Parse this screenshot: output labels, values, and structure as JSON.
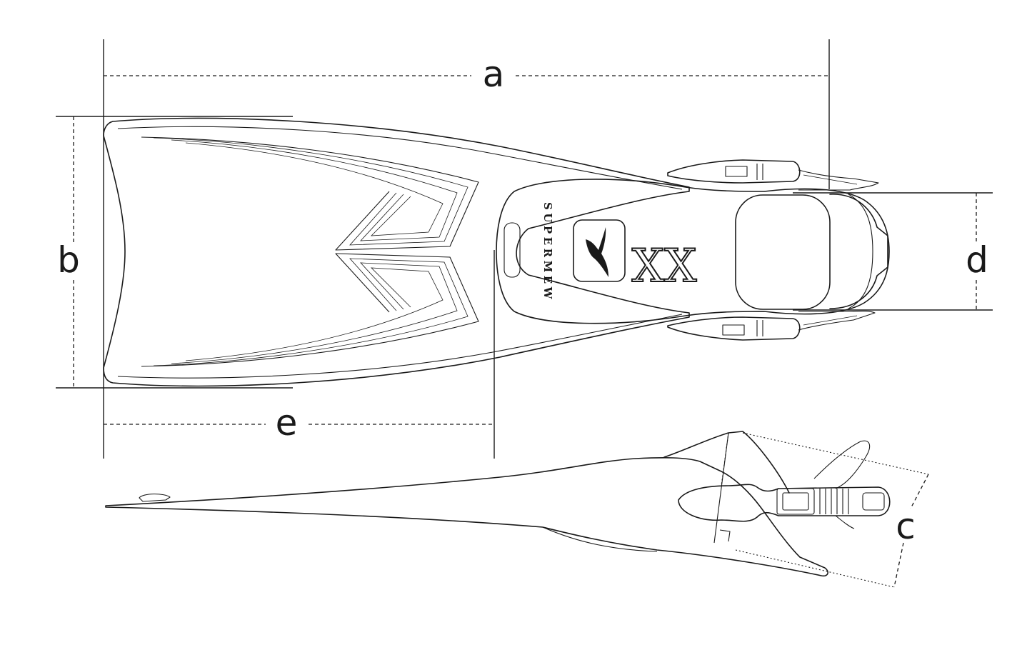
{
  "diagram": {
    "dimension_labels": {
      "a": "a",
      "b": "b",
      "c": "c",
      "d": "d",
      "e": "e"
    },
    "brand_text": "SUPERMEW",
    "model_text": "XX",
    "line_color": "#1a1a1a",
    "background": "#ffffff"
  }
}
